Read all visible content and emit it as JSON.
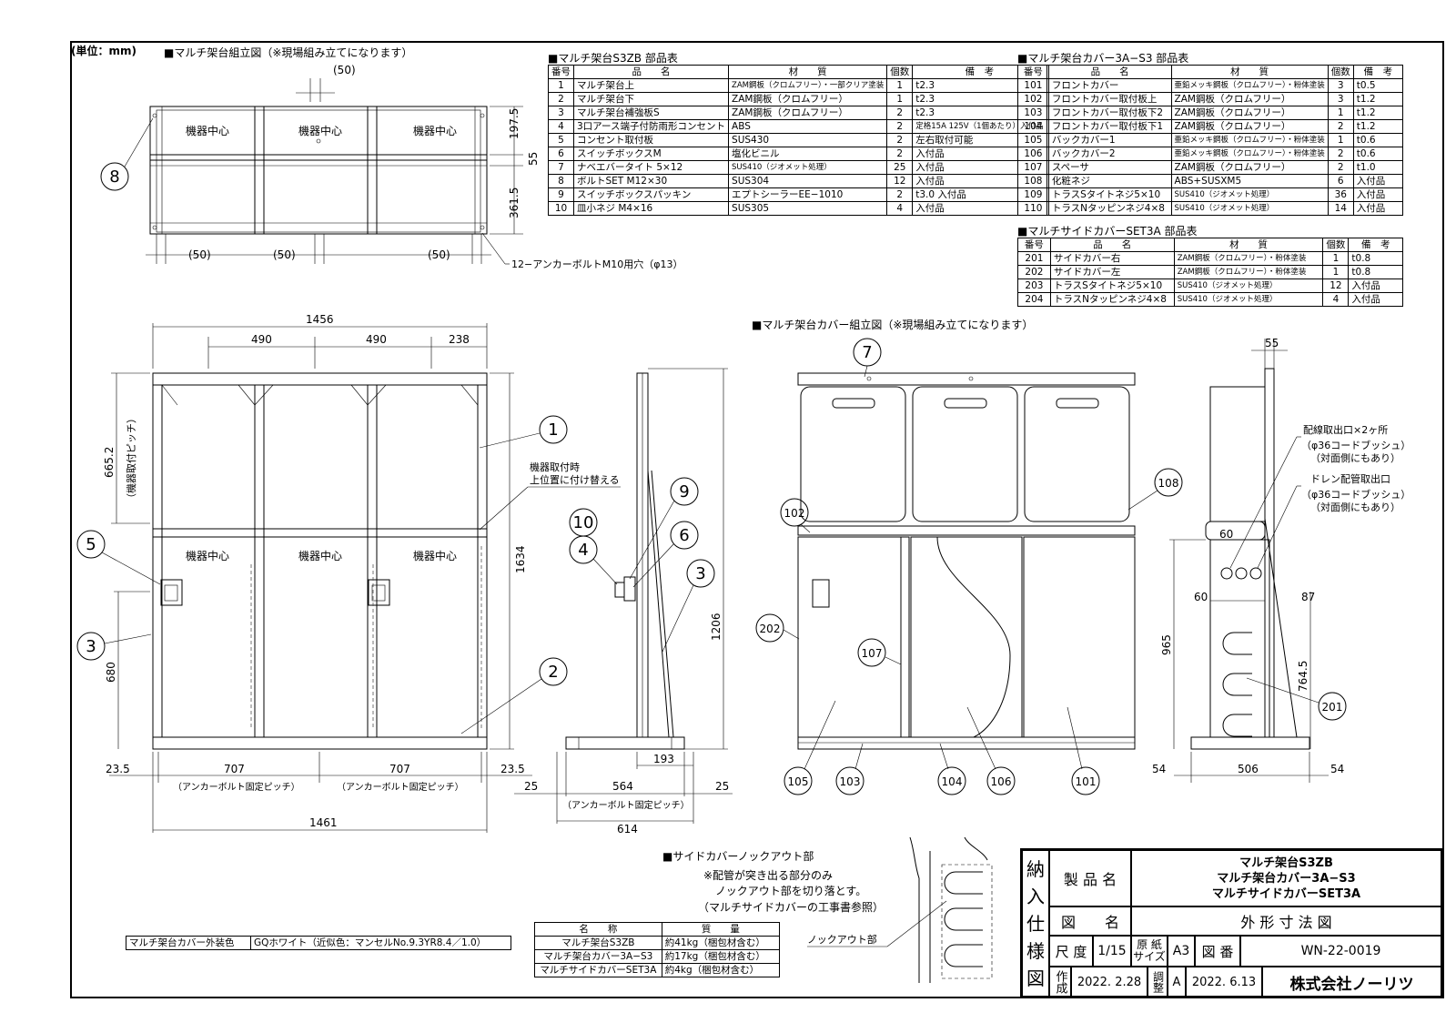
{
  "unit_label": "(単位：mm)",
  "views": {
    "top_view_title": "■マルチ架台組立図（※現場組み立てになります）",
    "cover_view_title": "■マルチ架台カバー組立図（※現場組み立てになります）",
    "knockout_title": "■サイドカバーノックアウト部",
    "knockout_note1": "※配管が突き出る部分のみ",
    "knockout_note2": "ノックアウト部を切り落とす。",
    "knockout_note3": "（マルチサイドカバーの工事書参照）",
    "knockout_label": "ノックアウト部",
    "device_center": "機器中心",
    "anchor_pitch": "（アンカーボルト固定ピッチ）",
    "anchor_hole_note": "12−アンカーボルトM10用穴（φ13）",
    "reattach_note1": "機器取付時",
    "reattach_note2": "上位置に付け替える",
    "mount_pitch": "（機器取付ピッチ）",
    "wire_outlet": "配線取出口×2ヶ所",
    "bush1": "（φ36コードブッシュ）",
    "bush1b": "（対面側にもあり）",
    "drain_outlet": "ドレン配管取出口",
    "bush2": "（φ36コードブッシュ）",
    "bush2b": "（対面側にもあり）"
  },
  "dimensions": {
    "top": [
      "(50)",
      "197.5",
      "55",
      "361.5",
      "(50)",
      "(50)",
      "(50)"
    ],
    "front": [
      "1456",
      "490",
      "490",
      "238",
      "665.2",
      "1634",
      "680",
      "23.5",
      "707",
      "707",
      "23.5",
      "1461"
    ],
    "side": [
      "1206",
      "564",
      "25",
      "25",
      "193",
      "614"
    ],
    "cover_side": [
      "55",
      "60",
      "60",
      "87",
      "965",
      "764.5",
      "54",
      "506",
      "54"
    ]
  },
  "balloons": {
    "top": [
      "8"
    ],
    "front": [
      "1",
      "5",
      "3",
      "2"
    ],
    "side": [
      "9",
      "10",
      "4",
      "6",
      "3"
    ],
    "cover": [
      "7",
      "102",
      "202",
      "107",
      "105",
      "103",
      "104",
      "106",
      "101",
      "108"
    ],
    "cover_side": [
      "201"
    ]
  },
  "parts_s3zb": {
    "title": "■マルチ架台S3ZB 部品表",
    "headers": [
      "番号",
      "品　　名",
      "材　　質",
      "個数",
      "備　考"
    ],
    "rows": [
      [
        "1",
        "マルチ架台上",
        "ZAM鋼板（クロムフリー）・一部クリア塗装",
        "1",
        "t2.3"
      ],
      [
        "2",
        "マルチ架台下",
        "ZAM鋼板（クロムフリー）",
        "1",
        "t2.3"
      ],
      [
        "3",
        "マルチ架台補強板S",
        "ZAM鋼板（クロムフリー）",
        "2",
        "t2.3"
      ],
      [
        "4",
        "3口アース端子付防雨形コンセント",
        "ABS",
        "2",
        "定格15A 125V（1個あたり）入付品"
      ],
      [
        "5",
        "コンセント取付板",
        "SUS430",
        "2",
        "左右取付可能"
      ],
      [
        "6",
        "スイッチボックスM",
        "塩化ビニル",
        "2",
        "入付品"
      ],
      [
        "7",
        "ナベエバータイト 5×12",
        "SUS410（ジオメット処理）",
        "25",
        "入付品"
      ],
      [
        "8",
        "ボルトSET M12×30",
        "SUS304",
        "12",
        "入付品"
      ],
      [
        "9",
        "スイッチボックスパッキン",
        "エプトシーラーEE−1010",
        "2",
        "t3.0 入付品"
      ],
      [
        "10",
        "皿小ネジ M4×16",
        "SUS305",
        "4",
        "入付品"
      ]
    ]
  },
  "parts_cover": {
    "title": "■マルチ架台カバー3A−S3 部品表",
    "headers": [
      "番号",
      "品　　名",
      "材　　質",
      "個数",
      "備　考"
    ],
    "rows": [
      [
        "101",
        "フロントカバー",
        "亜鉛メッキ鋼板（クロムフリー）・粉体塗装",
        "3",
        "t0.5"
      ],
      [
        "102",
        "フロントカバー取付板上",
        "ZAM鋼板（クロムフリー）",
        "3",
        "t1.2"
      ],
      [
        "103",
        "フロントカバー取付板下2",
        "ZAM鋼板（クロムフリー）",
        "1",
        "t1.2"
      ],
      [
        "104",
        "フロントカバー取付板下1",
        "ZAM鋼板（クロムフリー）",
        "2",
        "t1.2"
      ],
      [
        "105",
        "バックカバー1",
        "亜鉛メッキ鋼板（クロムフリー）・粉体塗装",
        "1",
        "t0.6"
      ],
      [
        "106",
        "バックカバー2",
        "亜鉛メッキ鋼板（クロムフリー）・粉体塗装",
        "2",
        "t0.6"
      ],
      [
        "107",
        "スペーサ",
        "ZAM鋼板（クロムフリー）",
        "2",
        "t1.0"
      ],
      [
        "108",
        "化粧ネジ",
        "ABS+SUSXM5",
        "6",
        "入付品"
      ],
      [
        "109",
        "トラスSタイトネジ5×10",
        "SUS410（ジオメット処理）",
        "36",
        "入付品"
      ],
      [
        "110",
        "トラスNタッピンネジ4×8",
        "SUS410（ジオメット処理）",
        "14",
        "入付品"
      ]
    ]
  },
  "parts_side": {
    "title": "■マルチサイドカバーSET3A 部品表",
    "headers": [
      "番号",
      "品　　名",
      "材　　質",
      "個数",
      "備　考"
    ],
    "rows": [
      [
        "201",
        "サイドカバー右",
        "ZAM鋼板（クロムフリー）・粉体塗装",
        "1",
        "t0.8"
      ],
      [
        "202",
        "サイドカバー左",
        "ZAM鋼板（クロムフリー）・粉体塗装",
        "1",
        "t0.8"
      ],
      [
        "203",
        "トラスSタイトネジ5×10",
        "SUS410（ジオメット処理）",
        "12",
        "入付品"
      ],
      [
        "204",
        "トラスNタッピンネジ4×8",
        "SUS410（ジオメット処理）",
        "4",
        "入付品"
      ]
    ]
  },
  "color_table": {
    "label": "マルチ架台カバー外装色",
    "value": "GQホワイト（近似色：マンセルNo.9.3YR8.4／1.0）"
  },
  "mass_table": {
    "headers": [
      "名　　称",
      "質　　量"
    ],
    "rows": [
      [
        "マルチ架台S3ZB",
        "約41kg（梱包材含む）"
      ],
      [
        "マルチ架台カバー3A−S3",
        "約17kg（梱包材含む）"
      ],
      [
        "マルチサイドカバーSET3A",
        "約4kg（梱包材含む）"
      ]
    ]
  },
  "title_block": {
    "spec": [
      "納",
      "入",
      "仕",
      "様",
      "図"
    ],
    "product_label": "製 品 名",
    "product_names": [
      "マルチ架台S3ZB",
      "マルチ架台カバー3A−S3",
      "マルチサイドカバーSET3A"
    ],
    "drawing_label": "図　　名",
    "drawing_name": "外 形 寸 法 図",
    "scale_label": "尺 度",
    "scale": "1/15",
    "paper_label1": "原 紙",
    "paper_label2": "サイズ",
    "paper": "A3",
    "dwg_no_label": "図 番",
    "dwg_no": "WN-22-0019",
    "made_label": "作成",
    "made_date": "2022. 2.28",
    "rev_label": "調整",
    "rev": "A",
    "rev_date": "2022. 6.13",
    "company": "株式会社ノーリツ"
  }
}
